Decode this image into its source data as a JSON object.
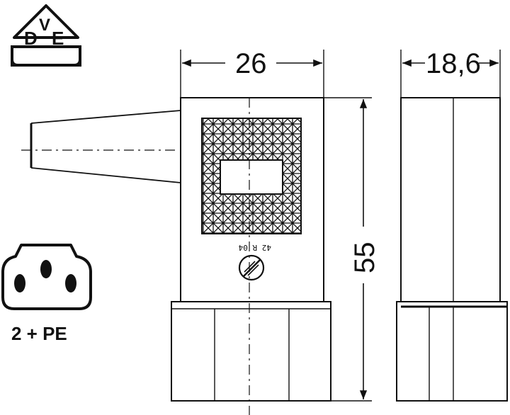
{
  "logo": {
    "letters": [
      "D",
      "V",
      "E"
    ]
  },
  "dimensions": {
    "width": "26",
    "depth": "18,6",
    "height": "55"
  },
  "pin_label": "2 + PE",
  "marking": "42 R 04",
  "colors": {
    "ink": "#111111",
    "paper": "#ffffff"
  }
}
